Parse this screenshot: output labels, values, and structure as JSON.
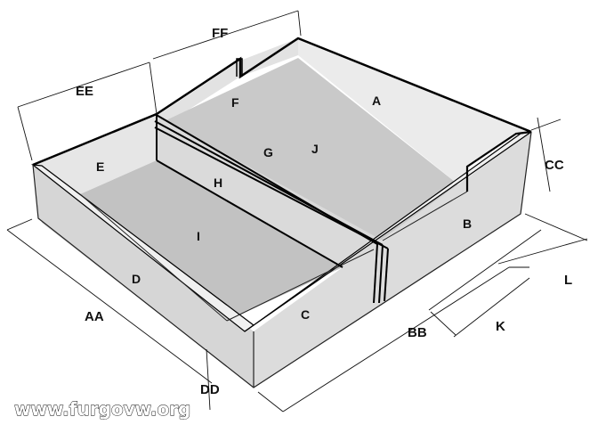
{
  "labels": {
    "a": "A",
    "b": "B",
    "c": "C",
    "d": "D",
    "e": "E",
    "f": "F",
    "g": "G",
    "h": "H",
    "i": "I",
    "j": "J"
  },
  "dimensions": {
    "aa": "AA",
    "bb": "BB",
    "cc": "CC",
    "dd": "DD",
    "ee": "EE",
    "ff": "FF",
    "k": "K",
    "l": "L"
  },
  "watermark": "www.furgovw.org",
  "colors": {
    "outer_wall": "#d6d6d6",
    "inner_wall": "#e6e6e6",
    "floor": "#c4c4c4",
    "wall_top": "#f2f2f2",
    "edge": "#000000"
  }
}
